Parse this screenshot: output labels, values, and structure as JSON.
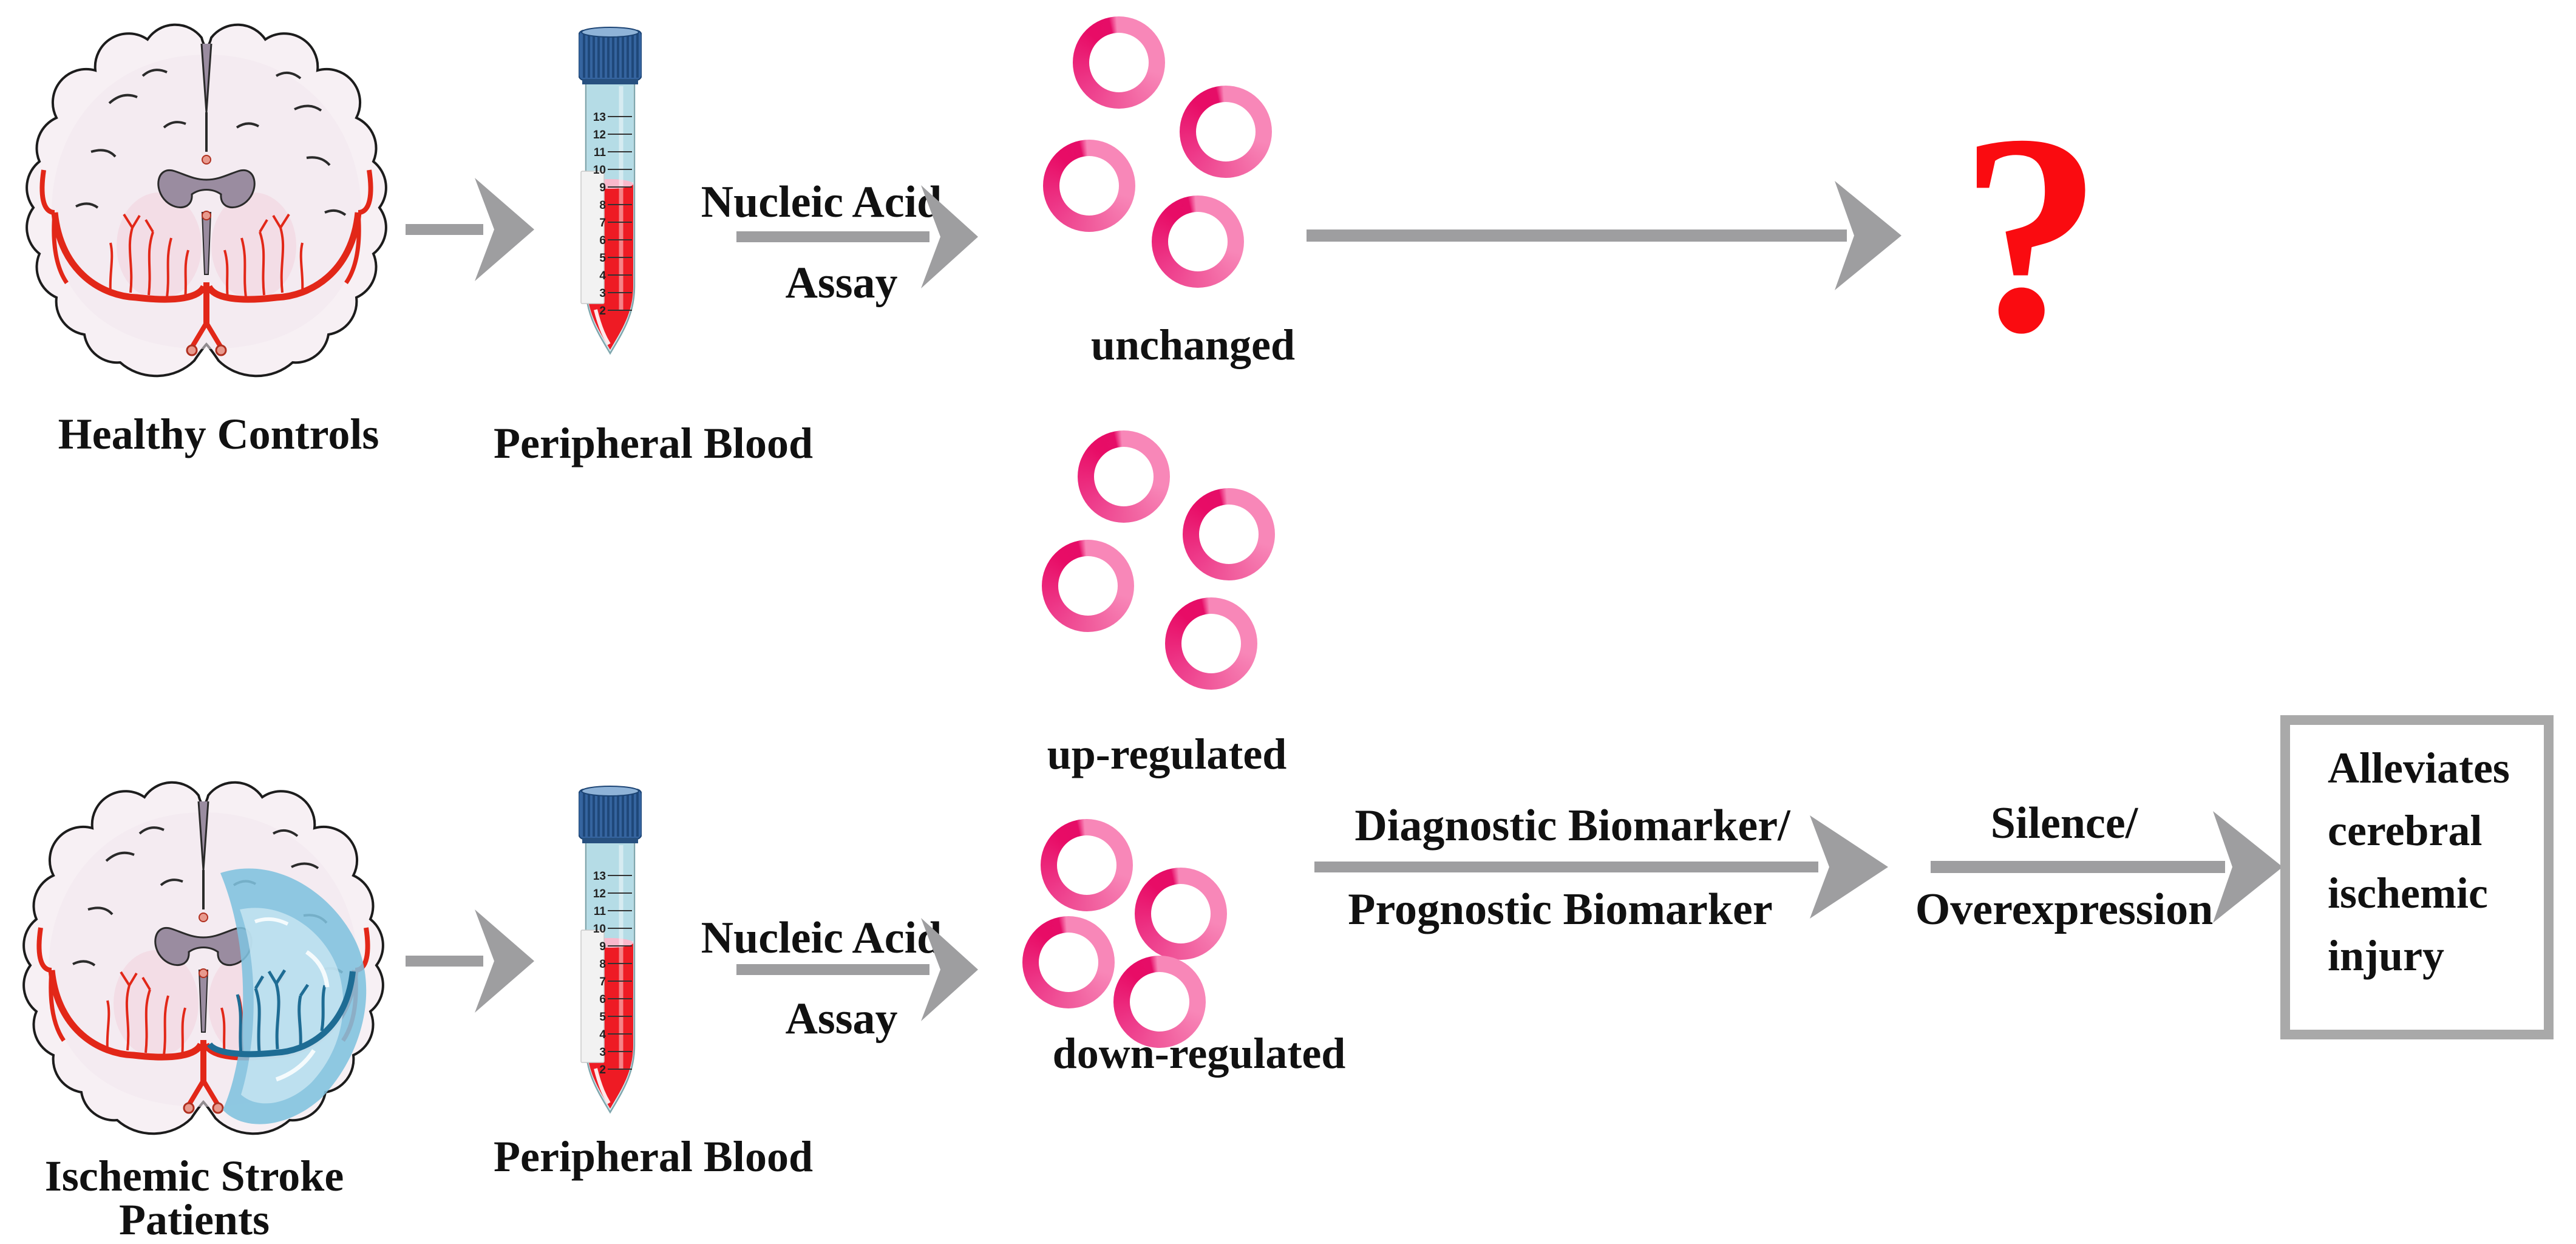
{
  "figure": {
    "top_row": {
      "brain_label": "Healthy Controls",
      "tube_label": "Peripheral Blood",
      "assay_label_line1": "Nucleic Acid",
      "assay_label_line2": "Assay",
      "cluster_label": "unchanged",
      "outcome_symbol": "?"
    },
    "middle": {
      "cluster_label": "up-regulated"
    },
    "bottom_row": {
      "brain_label_line1": "Ischemic Stroke",
      "brain_label_line2": "Patients",
      "tube_label": "Peripheral Blood",
      "assay_label_line1": "Nucleic Acid",
      "assay_label_line2": "Assay",
      "cluster_label": "down-regulated",
      "biomarker_label_line1": "Diagnostic Biomarker/",
      "biomarker_label_line2": "Prognostic Biomarker",
      "intervention_label_line1": "Silence/",
      "intervention_label_line2": "Overexpression",
      "outcome_box_lines": [
        "Alleviates",
        "cerebral",
        "ischemic",
        "injury"
      ]
    },
    "tube_graduations": [
      "13",
      "12",
      "11",
      "10",
      "9",
      "8",
      "7",
      "6",
      "5",
      "4",
      "3",
      "2"
    ],
    "colors": {
      "arrow_gray": "#9e9ea0",
      "ring_pink_light": "#f887b8",
      "ring_pink_dark": "#e80c66",
      "question_red": "#fa0b10",
      "blood_red": "#ee1b24",
      "plasma_blue": "#b5dce6",
      "cap_blue": "#35649f",
      "stroke_region_blue": "#7fc2de",
      "ischemic_vessel_blue": "#1e6c94",
      "vessel_red": "#e22718",
      "ventricle_gray": "#9a8ca0",
      "box_border_gray": "#a9a9a9",
      "text_black": "#111111"
    }
  }
}
